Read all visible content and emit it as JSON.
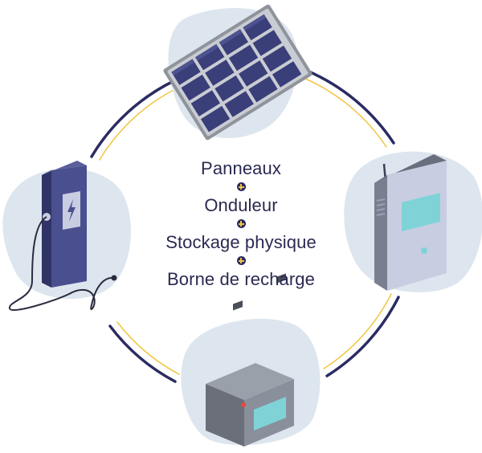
{
  "items": [
    {
      "label": "Panneaux"
    },
    {
      "label": "Onduleur"
    },
    {
      "label": "Stockage physique"
    },
    {
      "label": "Borne de recharge"
    }
  ],
  "icons": [
    "solar-panel-icon",
    "inverter-icon",
    "battery-icon",
    "ev-charger-icon"
  ],
  "colors": {
    "ring_dark": "#2b2b63",
    "ring_accent": "#f2c53d",
    "blob": "#dde6ee",
    "text": "#2a2a52",
    "device_purple": "#4a4f8f",
    "screen_teal": "#7fd3d6"
  }
}
